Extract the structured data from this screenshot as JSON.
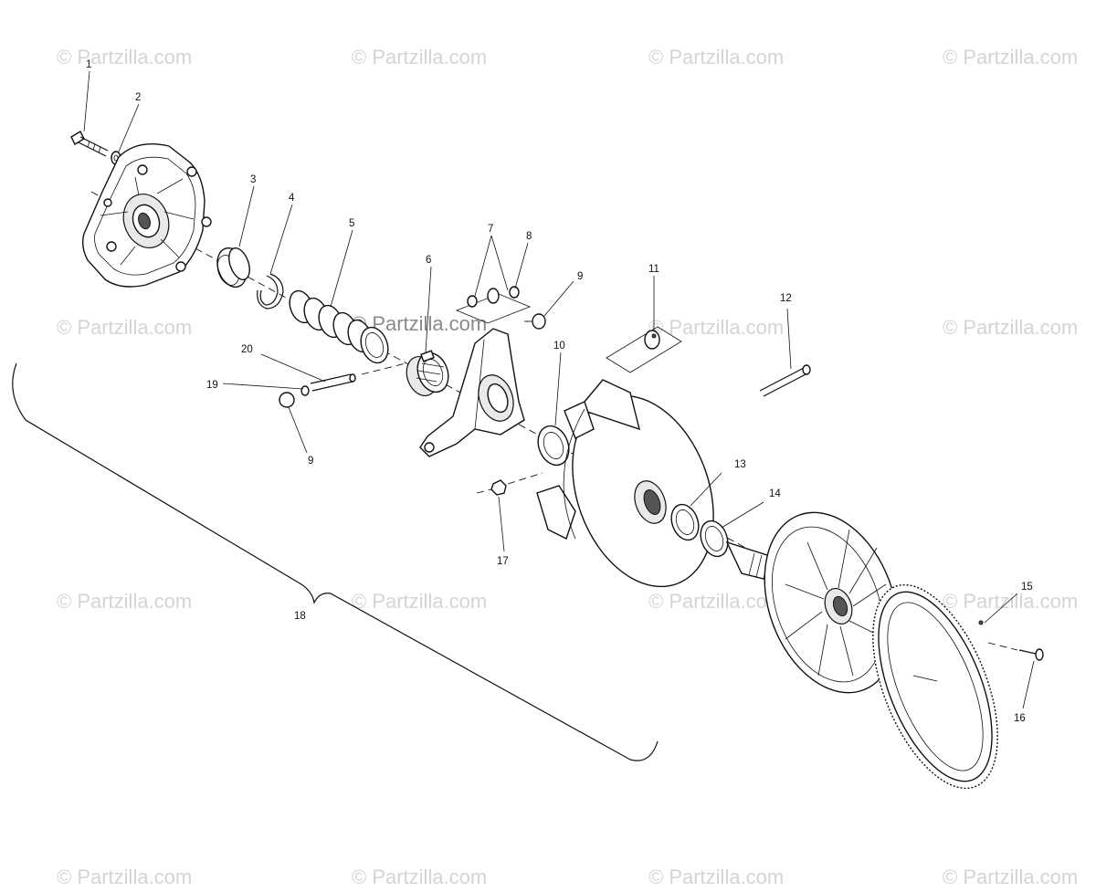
{
  "watermark": "© Partzilla.com",
  "callouts": [
    "1",
    "2",
    "3",
    "4",
    "5",
    "6",
    "7",
    "8",
    "9",
    "10",
    "11",
    "12",
    "13",
    "14",
    "15",
    "16",
    "17",
    "18",
    "19",
    "20",
    "9"
  ]
}
